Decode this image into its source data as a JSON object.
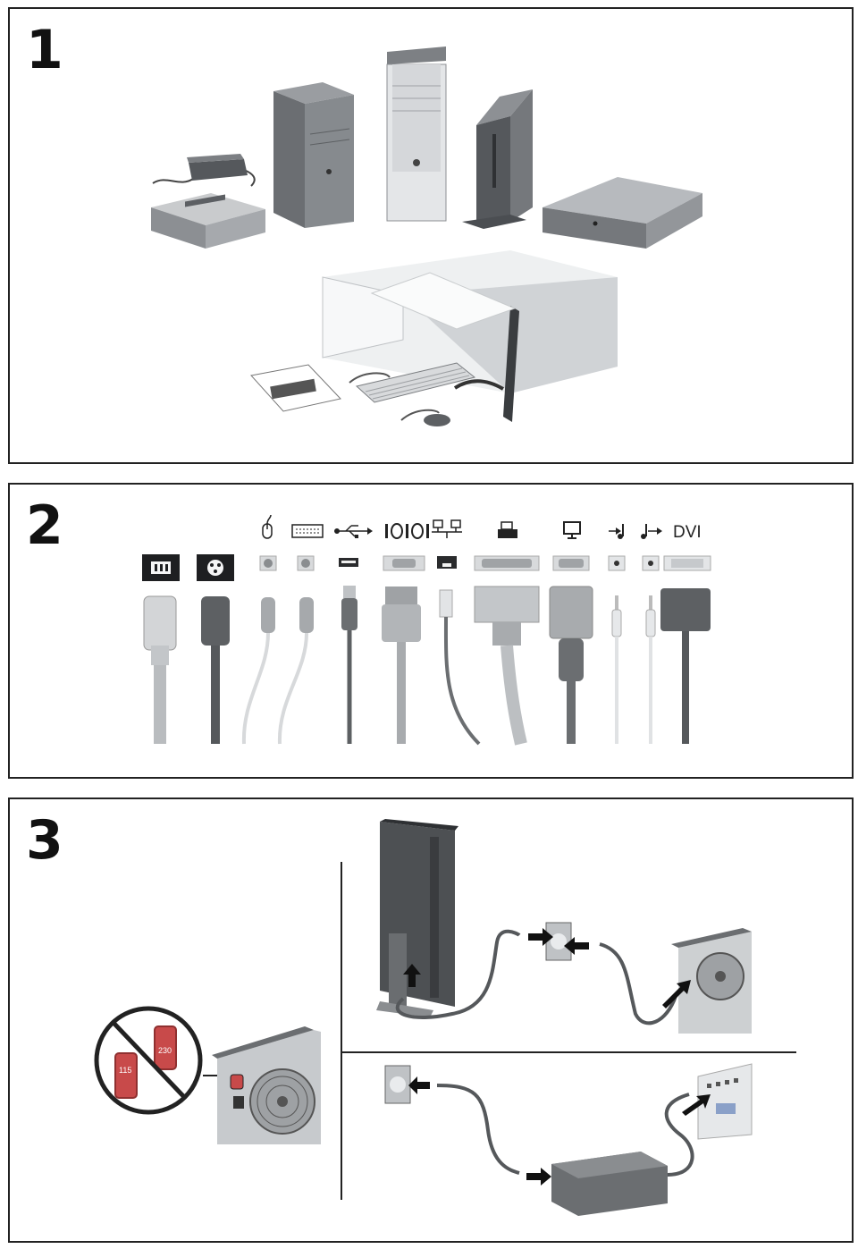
{
  "steps": [
    {
      "number": "1"
    },
    {
      "number": "2",
      "port_labels": {
        "dvi": "DVI"
      }
    },
    {
      "number": "3",
      "voltage_labels": {
        "low": "115",
        "high": "230"
      }
    }
  ],
  "colors": {
    "frame": "#222222",
    "case_dark": "#6b6e72",
    "case_light": "#b9bcc0",
    "cable_gray": "#a9abad",
    "cable_dark": "#5d6063",
    "switch_red": "#c84a4a"
  }
}
